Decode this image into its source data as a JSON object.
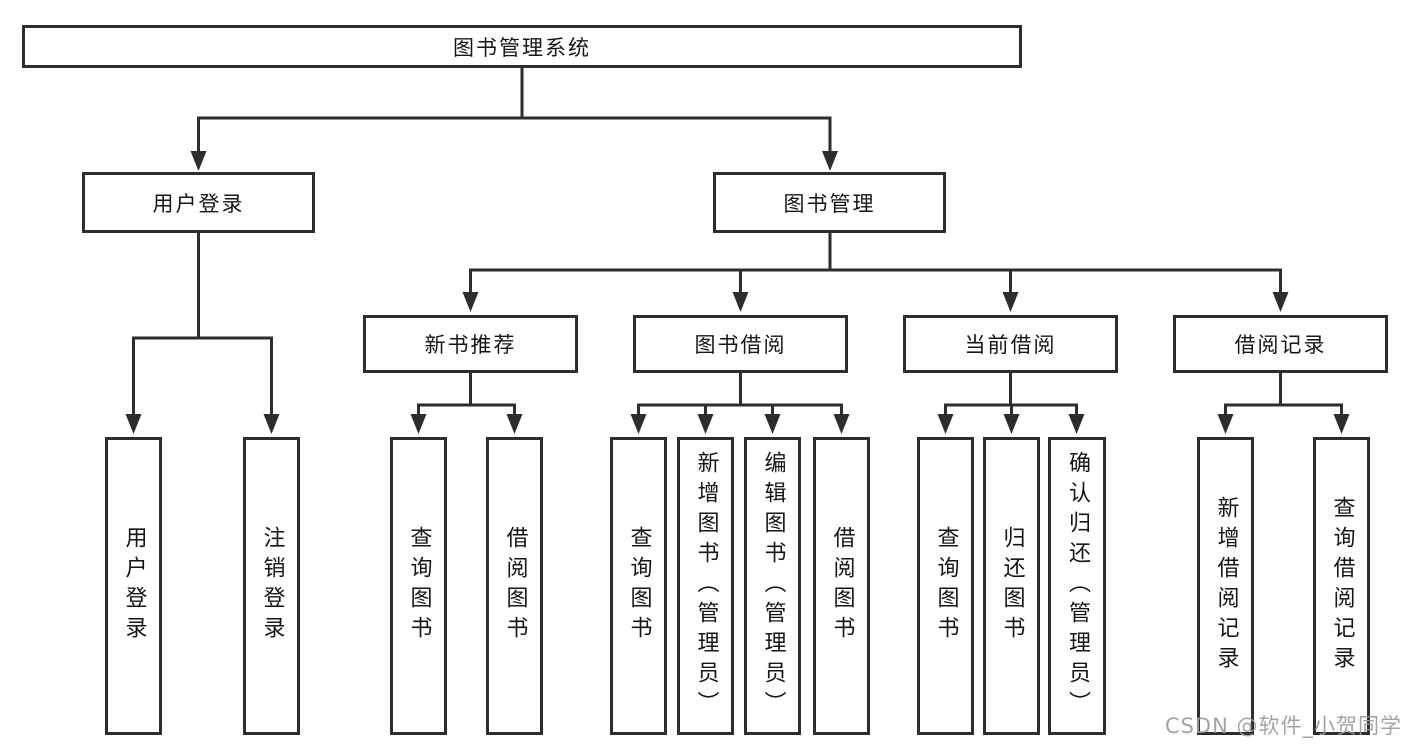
{
  "nodes": {
    "root": "图书管理系统",
    "user_login": "用户登录",
    "book_mgmt": "图书管理",
    "new_book_rec": "新书推荐",
    "book_borrow": "图书借阅",
    "current_borrow": "当前借阅",
    "borrow_records": "借阅记录"
  },
  "leaves": {
    "user_login": [
      "用户登录",
      "注销登录"
    ],
    "new_book_rec": [
      "查询图书",
      "借阅图书"
    ],
    "book_borrow": [
      "查询图书",
      "新增图书（管理员）",
      "编辑图书（管理员）",
      "借阅图书"
    ],
    "current_borrow": [
      "查询图书",
      "归还图书",
      "确认归还（管理员）"
    ],
    "borrow_records": [
      "新增借阅记录",
      "查询借阅记录"
    ]
  },
  "watermark": "CSDN @软件_小贺同学",
  "colors": {
    "line": "#2d2d2d",
    "text": "#161616",
    "watermark": "#9b9b9b",
    "background": "#ffffff"
  }
}
